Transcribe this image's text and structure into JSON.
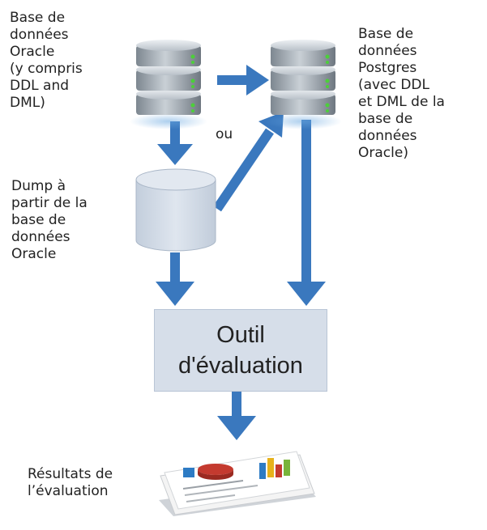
{
  "labels": {
    "oracle_db": "Base de\ndonnées\nOracle\n(y compris\nDDL and\nDML)",
    "postgres_db": "Base de\ndonnées\nPostgres\n(avec DDL\net DML de la\nbase de\ndonnées\nOracle)",
    "dump": "Dump à\npartir de la\nbase de\ndonnées\nOracle",
    "or": "ou",
    "results": "Résultats de\nl’évaluation"
  },
  "tool_box": {
    "line1": "Outil",
    "line2": "d'évaluation"
  },
  "colors": {
    "arrow": "#3a78be",
    "box_fill": "#d6dee9",
    "cylinder_fill": "#d3dce8",
    "db_disk": "#9aa3ab",
    "db_led": "#4ccf3a"
  },
  "icons": [
    "database-server-icon",
    "database-server-icon",
    "dump-cylinder-icon",
    "report-document-icon"
  ]
}
